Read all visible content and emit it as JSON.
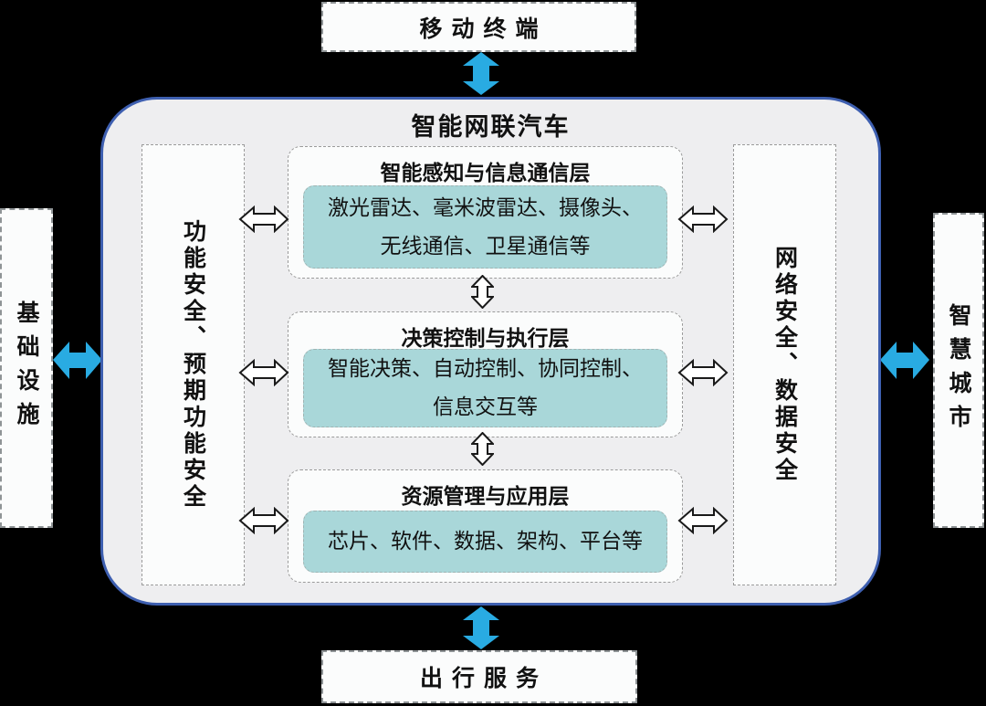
{
  "colors": {
    "arrow_blue": "#29abe2",
    "box_border_blue": "#3e5fb0",
    "box_fill": "#eeeef0",
    "teal_fill": "#a9d7d9",
    "panel_fill": "#fbfcfc",
    "dash_color": "#8f9496",
    "text": "#111111",
    "background": "#000000"
  },
  "nodes": {
    "mobile_terminal": "移动终端",
    "travel_service": "出行服务",
    "infrastructure": "基础设施",
    "smart_city": "智慧城市"
  },
  "vehicle": {
    "title": "智能网联汽车",
    "left_panel": "功能安全、预期功能安全",
    "right_panel": "网络安全、数据安全",
    "layers": [
      {
        "title": "智能感知与信息通信层",
        "lines": [
          "激光雷达、毫米波雷达、摄像头、",
          "无线通信、卫星通信等"
        ]
      },
      {
        "title": "决策控制与执行层",
        "lines": [
          "智能决策、自动控制、协同控制、",
          "信息交互等"
        ]
      },
      {
        "title": "资源管理与应用层",
        "lines": [
          "芯片、软件、数据、架构、平台等"
        ]
      }
    ]
  }
}
